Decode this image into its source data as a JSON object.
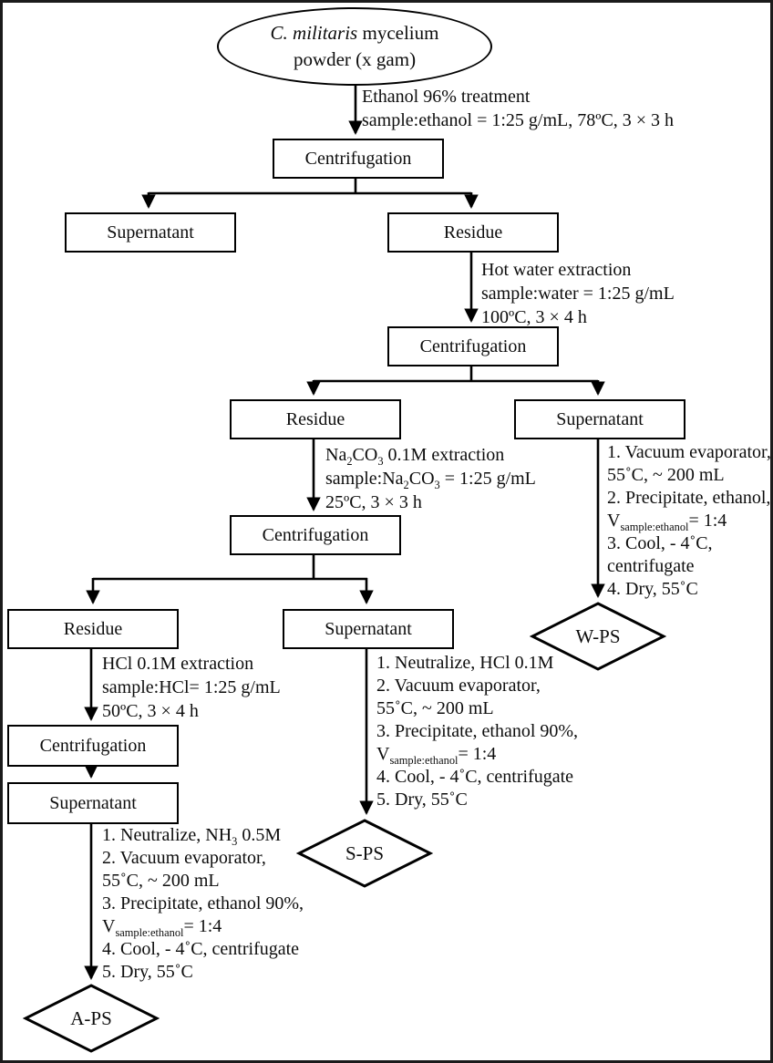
{
  "nodes": {
    "source": {
      "lines": [
        "*C. militaris* mycelium",
        "powder (x gam)"
      ]
    },
    "centrifugation_1": {
      "label": "Centrifugation"
    },
    "supernatant_1": {
      "label": "Supernatant"
    },
    "residue_1": {
      "label": "Residue"
    },
    "centrifugation_2": {
      "label": "Centrifugation"
    },
    "residue_2": {
      "label": "Residue"
    },
    "supernatant_2": {
      "label": "Supernatant"
    },
    "centrifugation_3": {
      "label": "Centrifugation"
    },
    "residue_3": {
      "label": "Residue"
    },
    "supernatant_3": {
      "label": "Supernatant"
    },
    "centrifugation_4": {
      "label": "Centrifugation"
    },
    "supernatant_4": {
      "label": "Supernatant"
    },
    "w_ps": {
      "label": "W-PS"
    },
    "s_ps": {
      "label": "S-PS"
    },
    "a_ps": {
      "label": "A-PS"
    }
  },
  "annotations": {
    "ethanol_treatment": {
      "lines": [
        "Ethanol 96% treatment",
        "sample:ethanol = 1:25 g/mL, 78ºC, 3 × 3 h"
      ]
    },
    "hot_water": {
      "lines": [
        "Hot water extraction",
        "sample:water = 1:25 g/mL",
        "100ºC, 3 × 4 h"
      ]
    },
    "na2co3": {
      "lines": [
        "Na_{2}CO_{3} 0.1M extraction",
        "sample:Na_{2}CO_{3} = 1:25 g/mL",
        "25ºC, 3 × 3 h"
      ]
    },
    "hcl": {
      "lines": [
        "HCl 0.1M extraction",
        "sample:HCl= 1:25 g/mL",
        "50ºC, 3 × 4 h"
      ]
    },
    "w_ps_steps": {
      "lines": [
        "1. Vacuum evaporator,",
        "55˚C, ~ 200 mL",
        "2. Precipitate, ethanol,",
        "V_{sample:ethanol}= 1:4",
        "3. Cool, - 4˚C,",
        "centrifugate",
        "4. Dry, 55˚C"
      ]
    },
    "s_ps_steps": {
      "lines": [
        "1. Neutralize, HCl 0.1M",
        "2. Vacuum evaporator,",
        "55˚C, ~ 200 mL",
        "3. Precipitate, ethanol 90%,",
        "V_{sample:ethanol}= 1:4",
        "4. Cool, - 4˚C, centrifugate",
        "5. Dry, 55˚C"
      ]
    },
    "a_ps_steps": {
      "lines": [
        "1. Neutralize, NH_{3} 0.5M",
        "2. Vacuum evaporator,",
        "55˚C, ~ 200 mL",
        "3. Precipitate, ethanol 90%,",
        "V_{sample:ethanol}= 1:4",
        "4. Cool, - 4˚C, centrifugate",
        "5. Dry, 55˚C"
      ]
    }
  },
  "colors": {
    "stroke": "#000000",
    "background": "#ffffff",
    "text": "#0d0d0d"
  }
}
